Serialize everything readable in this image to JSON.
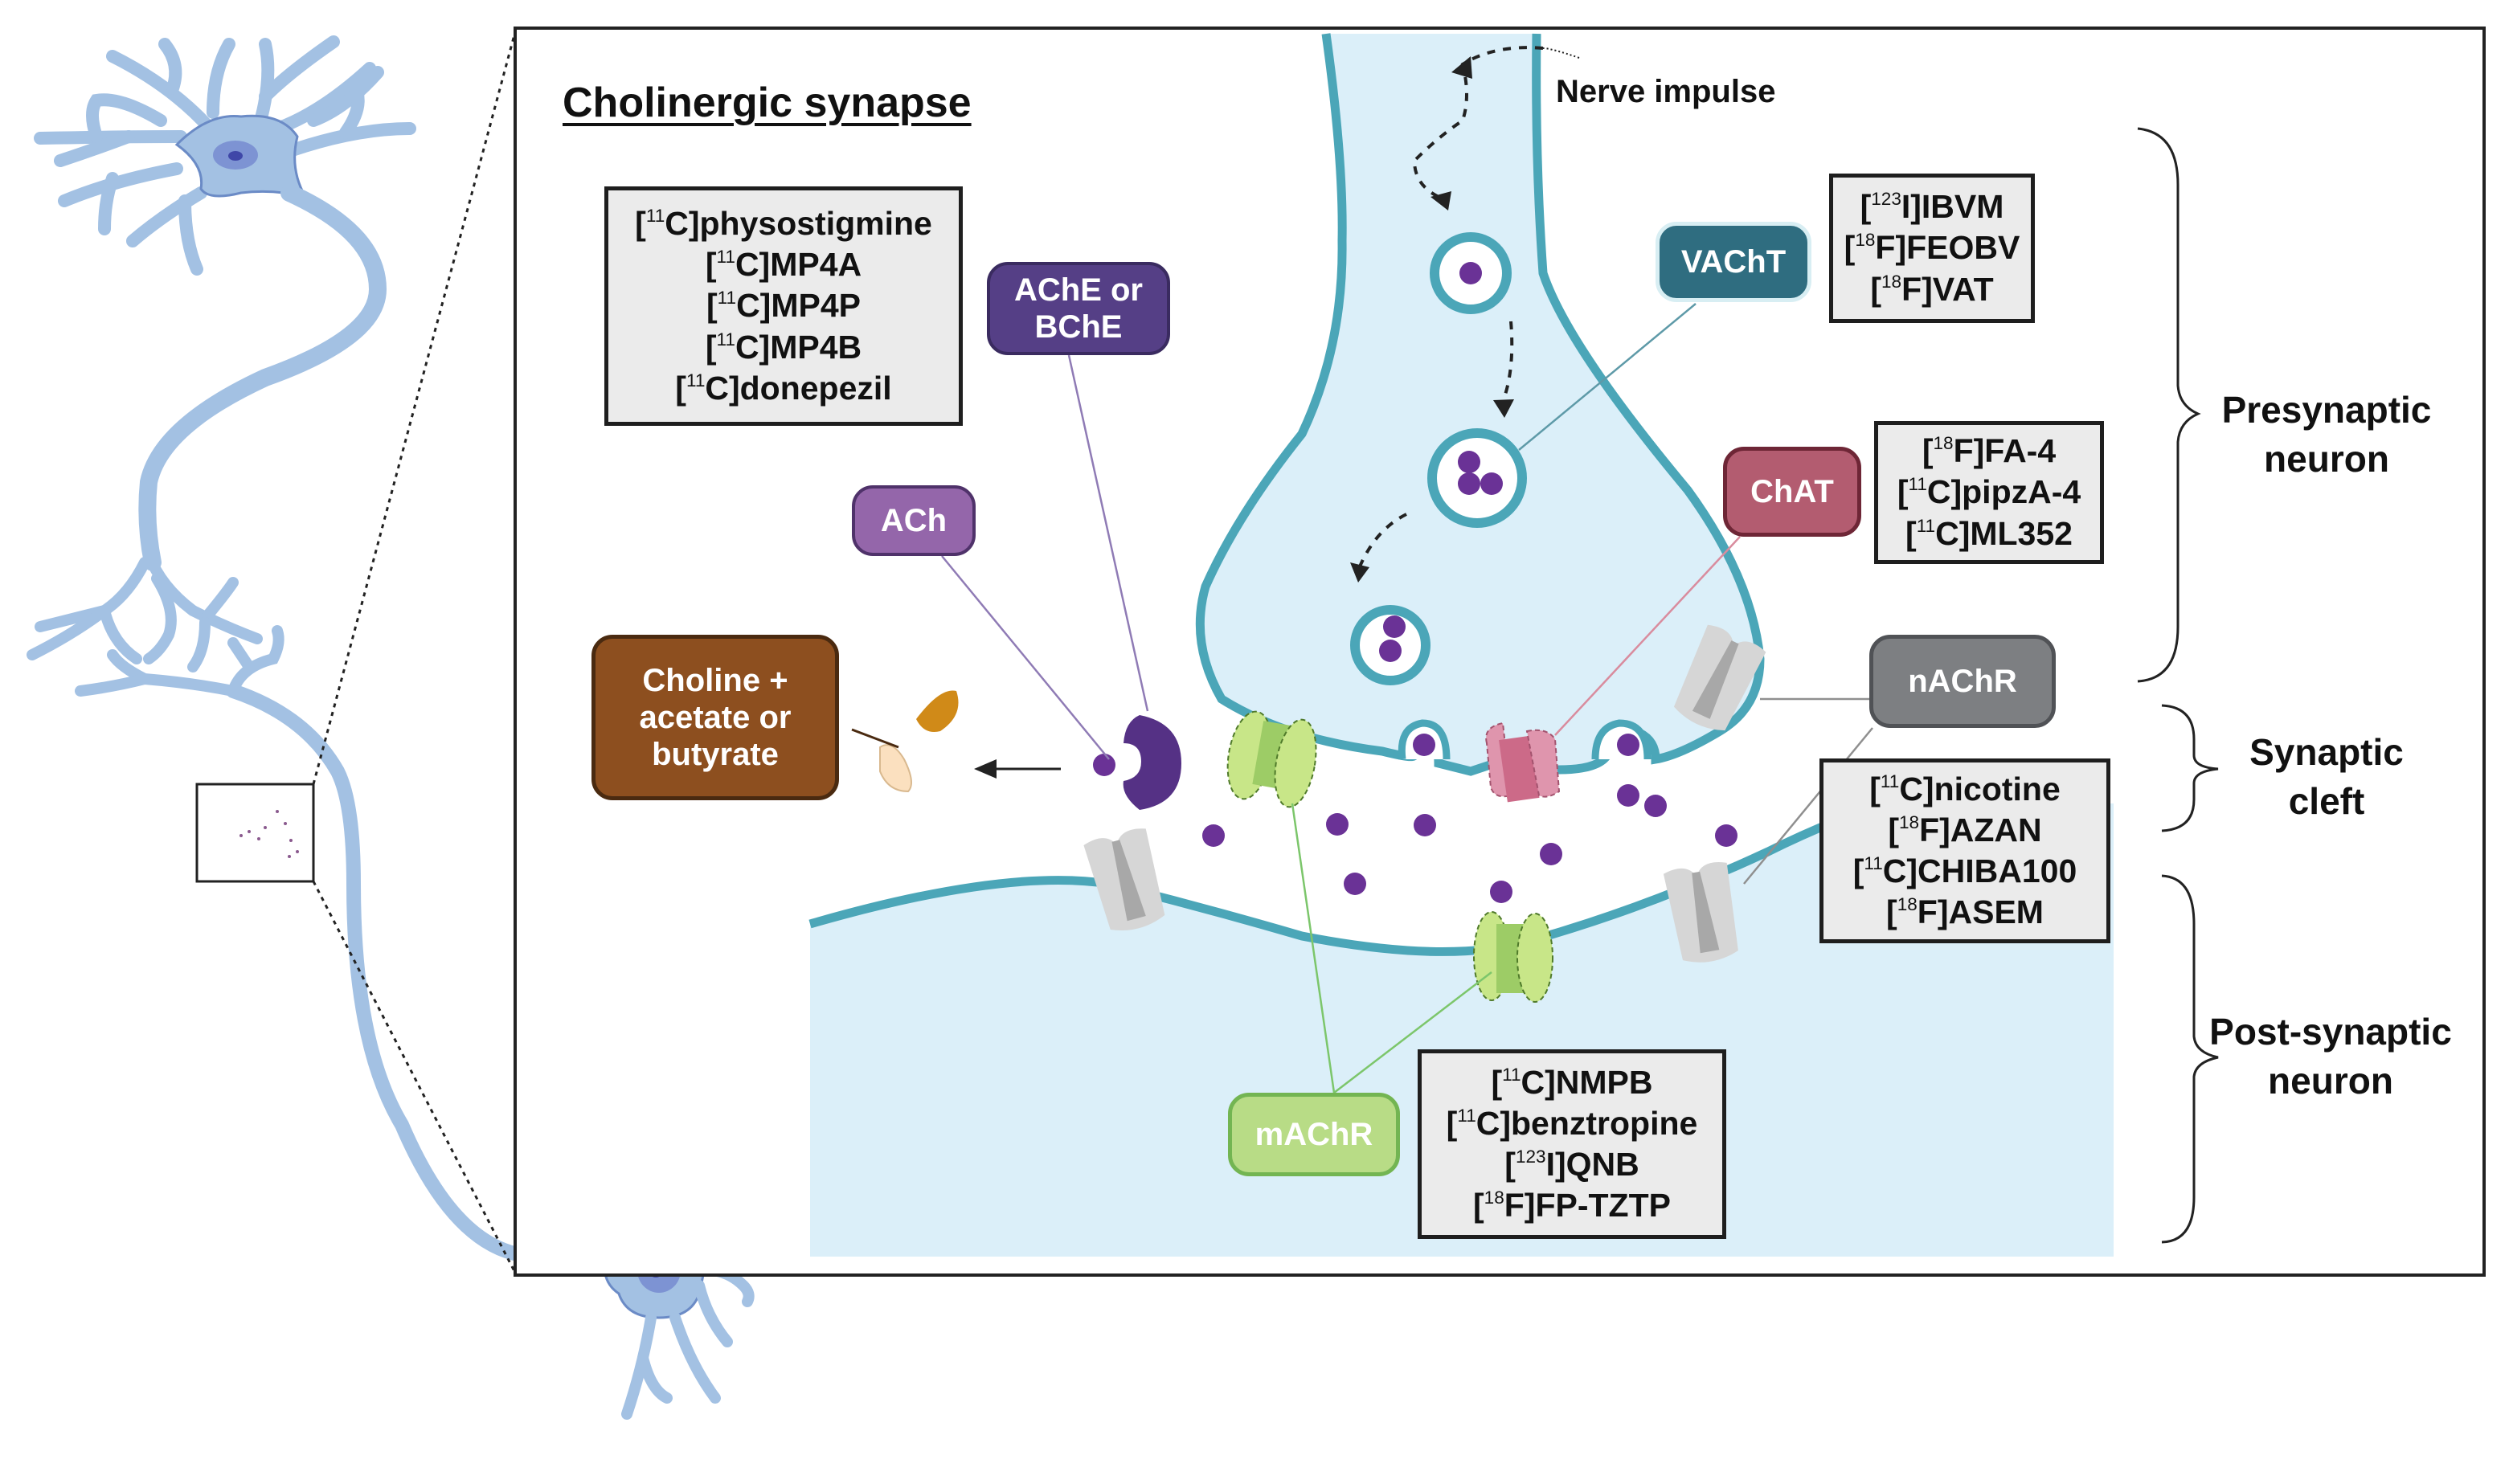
{
  "title": "Cholinergic synapse",
  "nerve_impulse_label": "Nerve impulse",
  "labels": {
    "ache": {
      "line1": "AChE or",
      "line2": "BChE",
      "color": "#553f86"
    },
    "ach": {
      "text": "ACh",
      "color": "#9466aa"
    },
    "choline": {
      "line1": "Choline +",
      "line2": "acetate or",
      "line3": "butyrate",
      "color": "#8d4f1f"
    },
    "vacht": {
      "text": "VAChT",
      "color": "#2f6d80"
    },
    "chat": {
      "text": "ChAT",
      "color": "#b35c70"
    },
    "nachr": {
      "text": "nAChR",
      "color": "#7d7f82"
    },
    "machr": {
      "text": "mAChR",
      "color": "#b8dc86"
    }
  },
  "tracer_boxes": {
    "ache": [
      {
        "iso": "11",
        "el": "C",
        "name": "physostigmine"
      },
      {
        "iso": "11",
        "el": "C",
        "name": "MP4A"
      },
      {
        "iso": "11",
        "el": "C",
        "name": "MP4P"
      },
      {
        "iso": "11",
        "el": "C",
        "name": "MP4B"
      },
      {
        "iso": "11",
        "el": "C",
        "name": "donepezil"
      }
    ],
    "vacht": [
      {
        "iso": "123",
        "el": "I",
        "name": "IBVM"
      },
      {
        "iso": "18",
        "el": "F",
        "name": "FEOBV"
      },
      {
        "iso": "18",
        "el": "F",
        "name": "VAT"
      }
    ],
    "chat": [
      {
        "iso": "18",
        "el": "F",
        "name": "FA-4"
      },
      {
        "iso": "11",
        "el": "C",
        "name": "pipzA-4"
      },
      {
        "iso": "11",
        "el": "C",
        "name": "ML352"
      }
    ],
    "nachr": [
      {
        "iso": "11",
        "el": "C",
        "name": "nicotine"
      },
      {
        "iso": "18",
        "el": "F",
        "name": "AZAN"
      },
      {
        "iso": "11",
        "el": "C",
        "name": "CHIBA100"
      },
      {
        "iso": "18",
        "el": "F",
        "name": "ASEM"
      }
    ],
    "machr": [
      {
        "iso": "11",
        "el": "C",
        "name": "NMPB"
      },
      {
        "iso": "11",
        "el": "C",
        "name": "benztropine"
      },
      {
        "iso": "123",
        "el": "I",
        "name": "QNB"
      },
      {
        "iso": "18",
        "el": "F",
        "name": "FP-TZTP"
      }
    ]
  },
  "regions": {
    "presynaptic": {
      "line1": "Presynaptic",
      "line2": "neuron"
    },
    "cleft": {
      "line1": "Synaptic",
      "line2": "cleft"
    },
    "postsynaptic": {
      "line1": "Post-synaptic",
      "line2": "neuron"
    }
  },
  "colors": {
    "neuron_fill": "#a3c1e3",
    "neuron_edge": "#6b8bc6",
    "nucleus": "#7d93d3",
    "nucleolus": "#3f47a8",
    "membrane": "#4ba6b8",
    "cytoplasm": "#dbeff9",
    "ach_molecule": "#6a3296"
  }
}
